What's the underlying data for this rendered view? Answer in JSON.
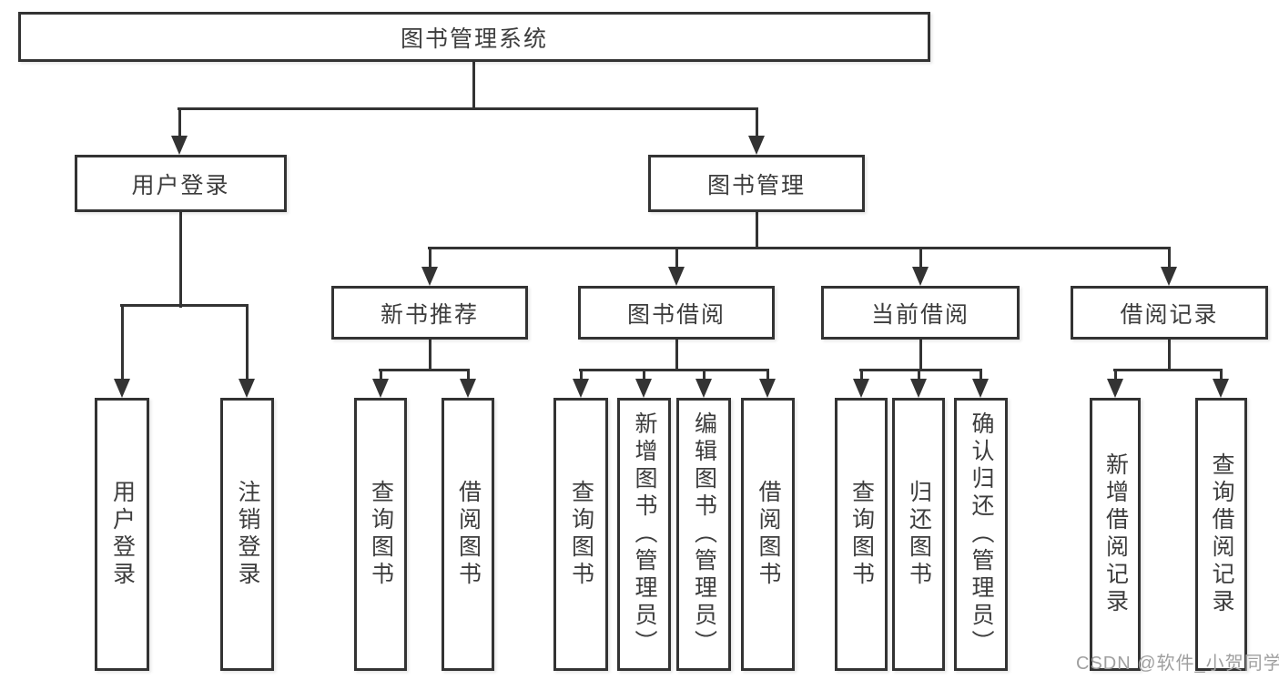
{
  "meta": {
    "type": "hierarchy-diagram",
    "colors": {
      "line": "#333333",
      "node_border": "#333333",
      "node_text": "#3d3d3d",
      "background": "#ffffff",
      "watermark": "#9f9f9f"
    }
  },
  "tree": {
    "root": {
      "label": "图书管理系统"
    },
    "branches": [
      {
        "label": "用户登录",
        "children": [
          {
            "label": "用户登录"
          },
          {
            "label": "注销登录"
          }
        ]
      },
      {
        "label": "图书管理",
        "sections": [
          {
            "label": "新书推荐",
            "children": [
              {
                "label": "查询图书"
              },
              {
                "label": "借阅图书"
              }
            ]
          },
          {
            "label": "图书借阅",
            "children": [
              {
                "label": "查询图书"
              },
              {
                "label": "新增图书（管理员）"
              },
              {
                "label": "编辑图书（管理员）"
              },
              {
                "label": "借阅图书"
              }
            ]
          },
          {
            "label": "当前借阅",
            "children": [
              {
                "label": "查询图书"
              },
              {
                "label": "归还图书"
              },
              {
                "label": "确认归还（管理员）"
              }
            ]
          },
          {
            "label": "借阅记录",
            "children": [
              {
                "label": "新增借阅记录"
              },
              {
                "label": "查询借阅记录"
              }
            ]
          }
        ]
      }
    ]
  },
  "watermark": {
    "text": "CSDN @软件_小贺同学"
  }
}
